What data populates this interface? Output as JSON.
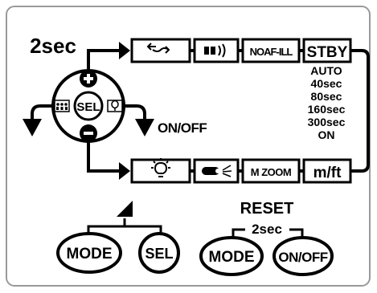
{
  "colors": {
    "ink": "#000000",
    "paper": "#ffffff",
    "frame": "#9a9a9a"
  },
  "dial": {
    "hold_label": "2sec",
    "center_label": "SEL",
    "up_icon": "plus-icon",
    "down_icon": "minus-icon",
    "left_icon": "face-detect-icon",
    "right_icon": "tree-icon"
  },
  "top_row": [
    {
      "kind": "icon",
      "name": "swap-arrows-icon",
      "label": ""
    },
    {
      "kind": "icon",
      "name": "sound-beep-icon",
      "label": ""
    },
    {
      "kind": "text",
      "name": "noaf-ill",
      "label": "NOAF-ILL"
    },
    {
      "kind": "text",
      "name": "stby",
      "label": "STBY"
    }
  ],
  "bottom_row": [
    {
      "kind": "icon",
      "name": "backlight-sun-icon",
      "label": ""
    },
    {
      "kind": "icon",
      "name": "laser-icon",
      "label": ""
    },
    {
      "kind": "text",
      "name": "m-zoom",
      "label": "M ZOOM"
    },
    {
      "kind": "text",
      "name": "m-ft",
      "label": "m/ft"
    }
  ],
  "stby_options": [
    "AUTO",
    "40sec",
    "80sec",
    "160sec",
    "300sec",
    "ON"
  ],
  "onoff_label": "ON/OFF",
  "shortcut": {
    "icon": "contrast-wedge-icon",
    "button_1": "MODE",
    "button_2": "SEL"
  },
  "reset": {
    "title": "RESET",
    "hold_label": "2sec",
    "button_1": "MODE",
    "button_2": "ON/OFF"
  }
}
